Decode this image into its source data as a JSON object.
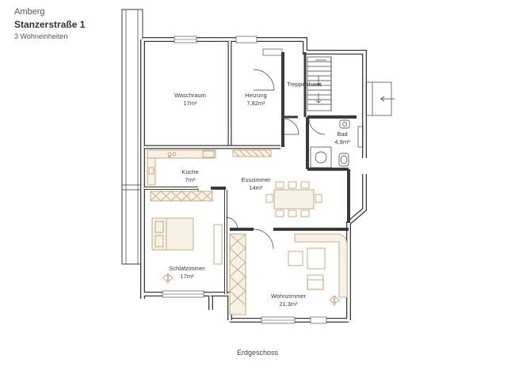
{
  "header": {
    "location": "Amberg",
    "address": "Stanzerstraße 1",
    "units": "3 Wohneinheiten"
  },
  "floor_label": "Erdgeschoss",
  "rooms": {
    "waschraum": {
      "name": "Waschraum",
      "area": "17m²"
    },
    "heizung": {
      "name": "Heizung",
      "area": "7,82m²"
    },
    "treppenhaus": {
      "name": "Treppenhaus",
      "area": ""
    },
    "bad": {
      "name": "Bad",
      "area": "4,9m²"
    },
    "kueche": {
      "name": "Küche",
      "area": "7m²"
    },
    "esszimmer": {
      "name": "Esszimmer",
      "area": "14m²"
    },
    "schlafzimmer": {
      "name": "Schlafzimmer",
      "area": "17m²"
    },
    "wohnzimmer": {
      "name": "Wohnzimmer",
      "area": "21,3m²"
    }
  },
  "colors": {
    "wall": "#3a3a3a",
    "furniture": "#b99a6a",
    "text": "#3d3a3a"
  }
}
